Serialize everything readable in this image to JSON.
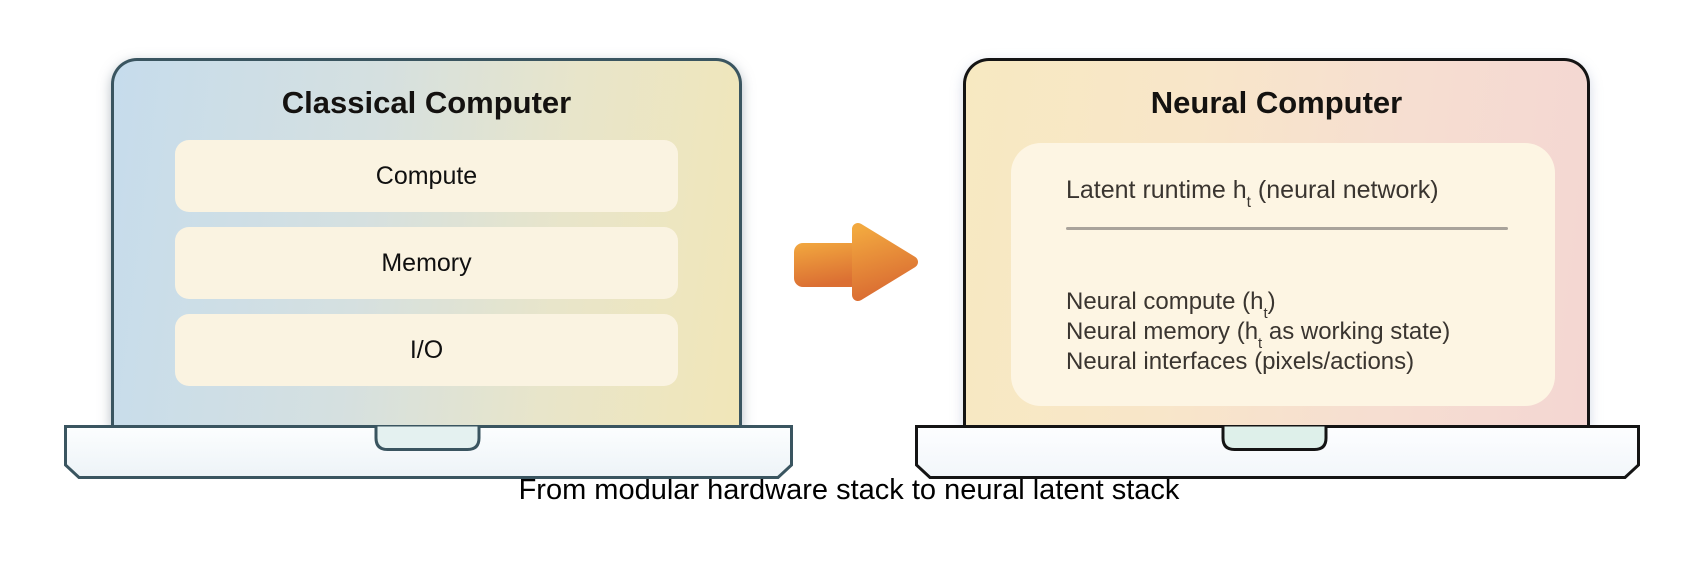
{
  "figure": {
    "caption": "From modular hardware stack to neural latent stack"
  },
  "classical": {
    "title": "Classical Computer",
    "layers": [
      "Compute",
      "Memory",
      "I/O"
    ]
  },
  "neural": {
    "title": "Neural Computer",
    "runtime_line": {
      "pre": "Latent runtime h",
      "sub": "t",
      "post": " (neural network)"
    },
    "lines": [
      {
        "pre": "Neural compute (h",
        "sub": "t",
        "post": ")"
      },
      {
        "pre": "Neural memory (h",
        "sub": "t",
        "post": " as working state)"
      },
      {
        "pre": "Neural interfaces (pixels/actions)",
        "sub": "",
        "post": ""
      }
    ]
  },
  "icons": {
    "arrow": "right-arrow"
  },
  "colors": {
    "classical_border": "#3a5560",
    "classical_screen_left": "#c6dcec",
    "classical_screen_right": "#f1e6b8",
    "layer_fill": "#faf3e1",
    "neural_border": "#141414",
    "neural_screen_left": "#f7e9c1",
    "neural_screen_right": "#f4d6d2",
    "panel_fill": "#fdf5e3",
    "divider": "#a9a39b",
    "arrow_top": "#f2a83f",
    "arrow_bottom": "#db6f33",
    "base_fill": "#f9fcfe",
    "notch_fill": "#e2f0ee",
    "text": "#111111"
  }
}
